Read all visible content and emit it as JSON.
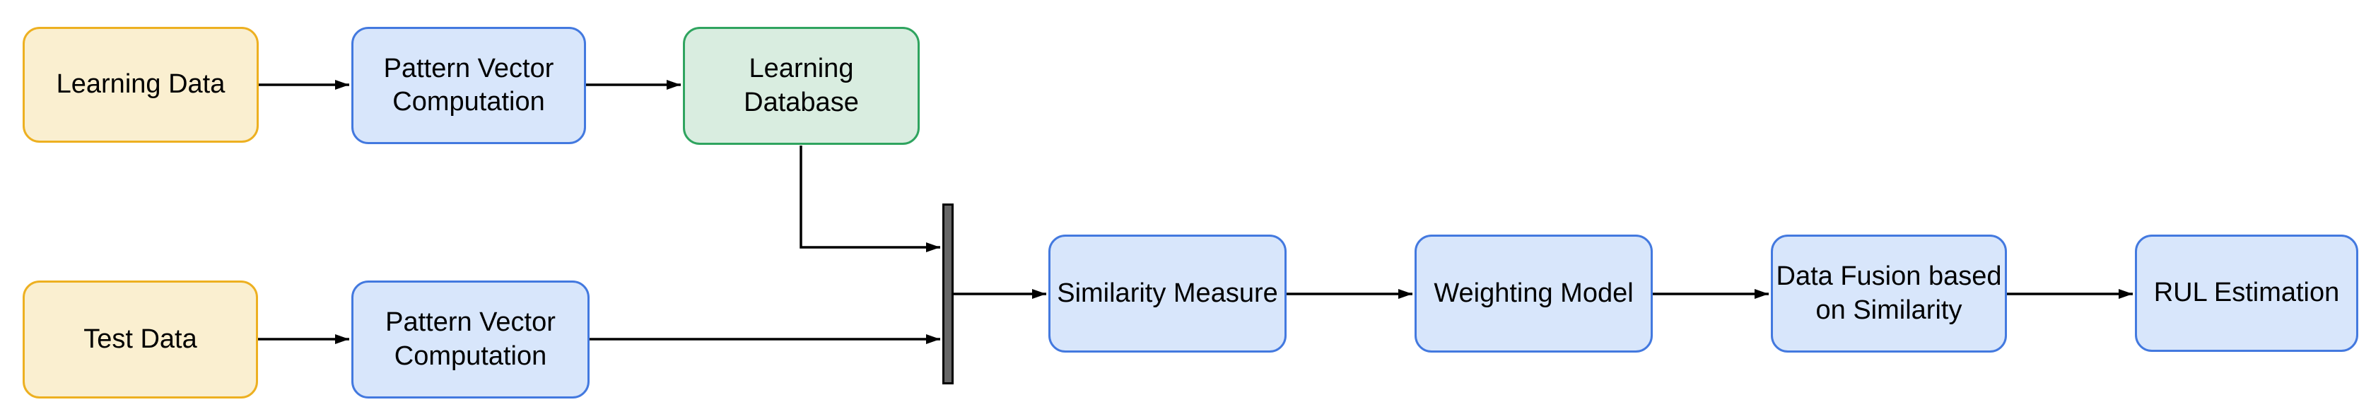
{
  "diagram": {
    "type": "flowchart",
    "background": "#FFFFFF",
    "nodes": {
      "learning_data": {
        "label": "Learning Data",
        "shape": "rounded-rectangle",
        "fill": "#FAEFD0",
        "border": "#EDB021"
      },
      "pattern_vector_computation_top": {
        "label": "Pattern Vector Computation",
        "shape": "rounded-rectangle",
        "fill": "#D8E6FB",
        "border": "#4379DF"
      },
      "learning_database": {
        "label": "Learning Database",
        "shape": "rounded-rectangle",
        "fill": "#D9EDE0",
        "border": "#2FA45F"
      },
      "test_data": {
        "label": "Test Data",
        "shape": "rounded-rectangle",
        "fill": "#FAEFD0",
        "border": "#EDB021"
      },
      "pattern_vector_computation_bottom": {
        "label": "Pattern Vector Computation",
        "shape": "rounded-rectangle",
        "fill": "#D8E6FB",
        "border": "#4379DF"
      },
      "junction_bar": {
        "label": "",
        "shape": "vertical-bar",
        "fill": "#666666",
        "border": "#000000"
      },
      "similarity_measure": {
        "label": "Similarity Measure",
        "shape": "rounded-rectangle",
        "fill": "#D8E6FB",
        "border": "#4379DF"
      },
      "weighting_model": {
        "label": "Weighting Model",
        "shape": "rounded-rectangle",
        "fill": "#D8E6FB",
        "border": "#4379DF"
      },
      "data_fusion": {
        "label": "Data Fusion based on Similarity",
        "shape": "rounded-rectangle",
        "fill": "#D8E6FB",
        "border": "#4379DF"
      },
      "rul_estimation": {
        "label": "RUL Estimation",
        "shape": "rounded-rectangle",
        "fill": "#D8E6FB",
        "border": "#4379DF"
      }
    },
    "edges": [
      {
        "from": "learning_data",
        "to": "pattern_vector_computation_top",
        "style": "arrow"
      },
      {
        "from": "pattern_vector_computation_top",
        "to": "learning_database",
        "style": "arrow"
      },
      {
        "from": "learning_database",
        "to": "junction_bar",
        "style": "elbow-arrow"
      },
      {
        "from": "test_data",
        "to": "pattern_vector_computation_bottom",
        "style": "arrow"
      },
      {
        "from": "pattern_vector_computation_bottom",
        "to": "junction_bar",
        "style": "arrow"
      },
      {
        "from": "junction_bar",
        "to": "similarity_measure",
        "style": "arrow"
      },
      {
        "from": "similarity_measure",
        "to": "weighting_model",
        "style": "arrow"
      },
      {
        "from": "weighting_model",
        "to": "data_fusion",
        "style": "arrow"
      },
      {
        "from": "data_fusion",
        "to": "rul_estimation",
        "style": "arrow"
      }
    ],
    "edge_color": "#000000",
    "text_color": "#000000"
  }
}
